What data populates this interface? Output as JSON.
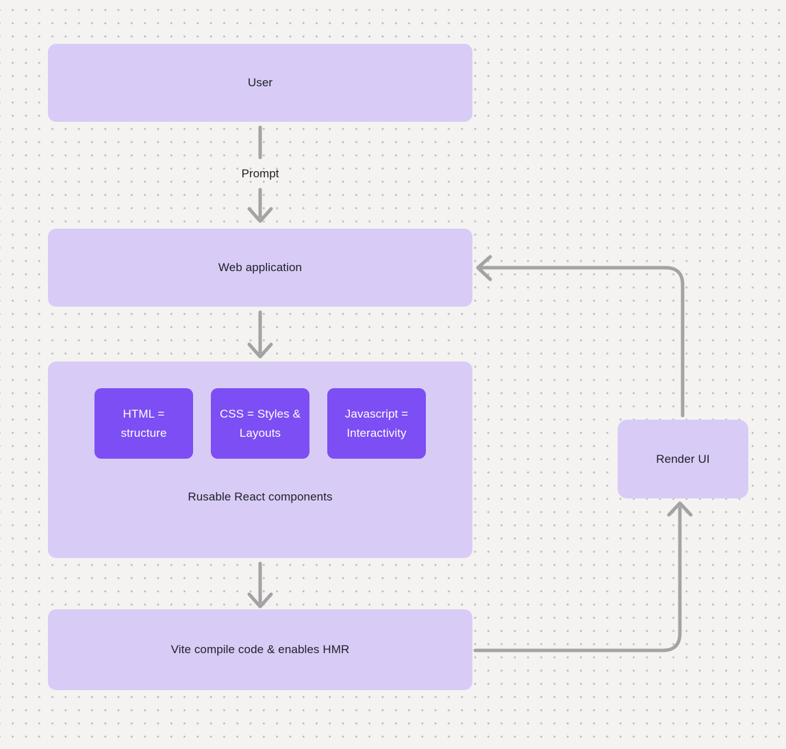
{
  "colors": {
    "background": "#f4f3f1",
    "dot": "#bdbdbd",
    "node_fill": "#d8ccf6",
    "chip_fill": "#7c4ef3",
    "chip_text": "#ffffff",
    "node_text": "#1f1f26",
    "connector": "#a3a3a3"
  },
  "nodes": {
    "user": {
      "label": "User"
    },
    "web_application": {
      "label": "Web application"
    },
    "components": {
      "caption": "Rusable React components",
      "chips": [
        {
          "label": "HTML = structure"
        },
        {
          "label": "CSS = Styles & Layouts"
        },
        {
          "label": "Javascript = Interactivity"
        }
      ]
    },
    "vite": {
      "label": "Vite compile code & enables HMR"
    },
    "render_ui": {
      "label": "Render UI"
    }
  },
  "edges": {
    "prompt_label": "Prompt"
  }
}
